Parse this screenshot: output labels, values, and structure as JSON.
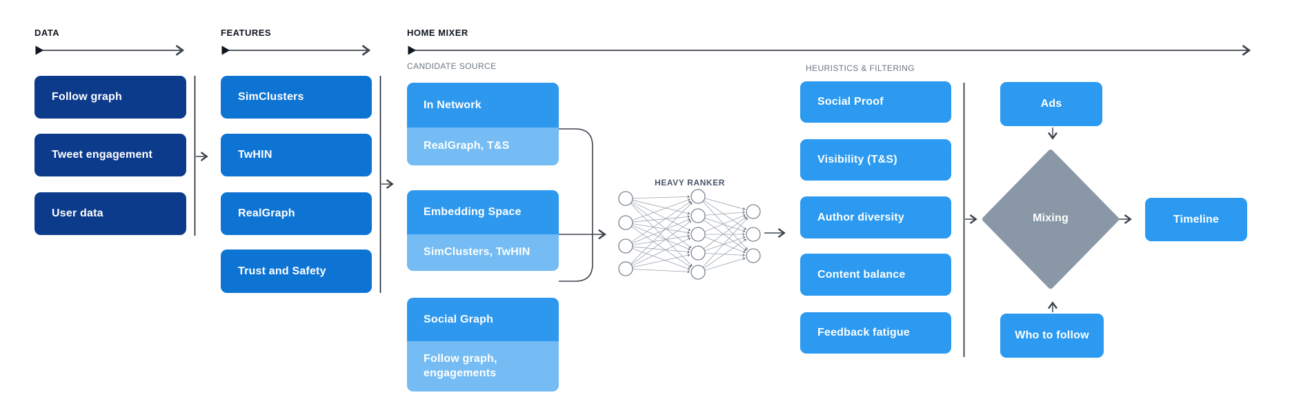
{
  "header": {
    "data": "DATA",
    "features": "FEATURES",
    "home_mixer": "HOME MIXER"
  },
  "subheaders": {
    "candidate_source": "CANDIDATE SOURCE",
    "heuristics_filtering": "HEURISTICS & FILTERING",
    "heavy_ranker": "HEAVY RANKER"
  },
  "data_boxes": [
    {
      "label": "Follow graph"
    },
    {
      "label": "Tweet engagement"
    },
    {
      "label": "User data"
    }
  ],
  "feature_boxes": [
    {
      "label": "SimClusters"
    },
    {
      "label": "TwHIN"
    },
    {
      "label": "RealGraph"
    },
    {
      "label": "Trust and Safety"
    }
  ],
  "candidate_boxes": [
    {
      "title": "In Network",
      "subtitle": "RealGraph, T&S"
    },
    {
      "title": "Embedding Space",
      "subtitle": "SimClusters, TwHIN"
    },
    {
      "title": "Social Graph",
      "subtitle": "Follow graph,\nengagements"
    }
  ],
  "heuristic_boxes": [
    {
      "label": "Social Proof"
    },
    {
      "label": "Visibility (T&S)"
    },
    {
      "label": "Author diversity"
    },
    {
      "label": "Content balance"
    },
    {
      "label": "Feedback fatigue"
    }
  ],
  "mixer_outputs": {
    "ads": "Ads",
    "mixing": "Mixing",
    "timeline": "Timeline",
    "who_to_follow": "Who to follow"
  },
  "colors": {
    "data_box": "#0d3b8c",
    "feature_box": "#0e74d4",
    "candidate_main": "#2e98ee",
    "candidate_sub": "#74bcf3",
    "heuristic_box": "#2b9af0",
    "output_box": "#2b9af0",
    "diamond": "#8997a7",
    "arrow": "#3c424b"
  }
}
